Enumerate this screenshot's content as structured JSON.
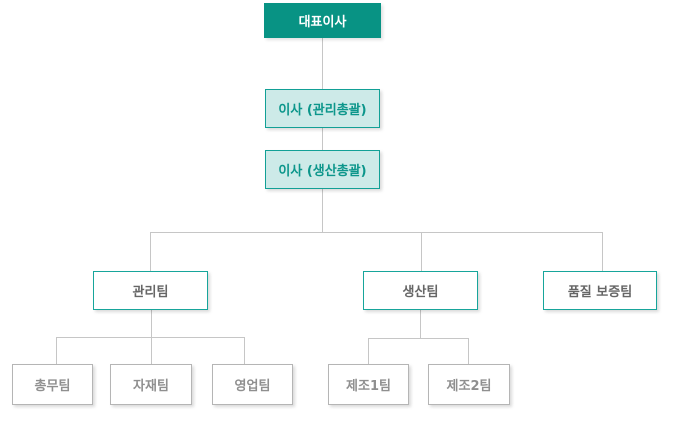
{
  "org_chart": {
    "type": "org-tree",
    "nodes": {
      "ceo": "대표이사",
      "director_admin": "이사 (관리총괄)",
      "director_production": "이사 (생산총괄)",
      "admin_team": "관리팀",
      "production_team": "생산팀",
      "qa_team": "품질 보증팀",
      "general_affairs_team": "총무팀",
      "materials_team": "자재팀",
      "sales_team": "영업팀",
      "manufacturing_team_1": "제조1팀",
      "manufacturing_team_2": "제조2팀"
    },
    "hierarchy": [
      "대표이사 > 이사 (관리총괄)",
      "이사 (관리총괄) > 이사 (생산총괄)",
      "이사 (생산총괄) > 관리팀",
      "이사 (생산총괄) > 생산팀",
      "이사 (생산총괄) > 품질 보증팀",
      "관리팀 > 총무팀",
      "관리팀 > 자재팀",
      "관리팀 > 영업팀",
      "생산팀 > 제조1팀",
      "생산팀 > 제조2팀"
    ],
    "colors": {
      "primary_fill": "#089384",
      "secondary_fill": "#cdeae8",
      "teal_border": "#12a096",
      "teal_text": "#0c968b",
      "level3_border": "#17a59b",
      "level3_text": "#666666",
      "level4_border": "#b5b5b5",
      "level4_text": "#8f8f8f",
      "connector_line": "#c6c6c6",
      "background": "#ffffff"
    }
  }
}
